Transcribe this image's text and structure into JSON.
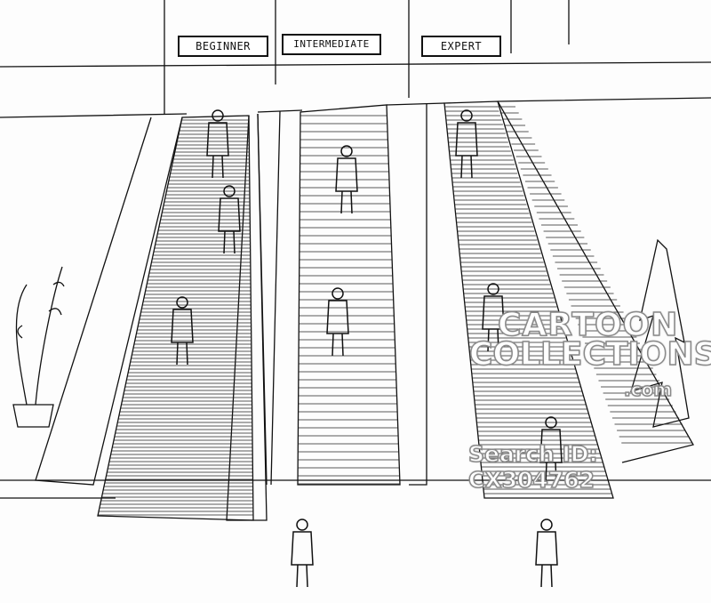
{
  "signs": {
    "beginner": "BEGINNER",
    "intermediate": "INTERMEDIATE",
    "expert": "EXPERT"
  },
  "watermark": {
    "line1": "CARTOON",
    "line2": "COLLECTIONS",
    "domain": ".com",
    "search_id": "Search ID: CX304762"
  },
  "colors": {
    "ink": "#111111",
    "paper": "#fdfdfd",
    "watermark_outline": "#8a8a8a"
  }
}
